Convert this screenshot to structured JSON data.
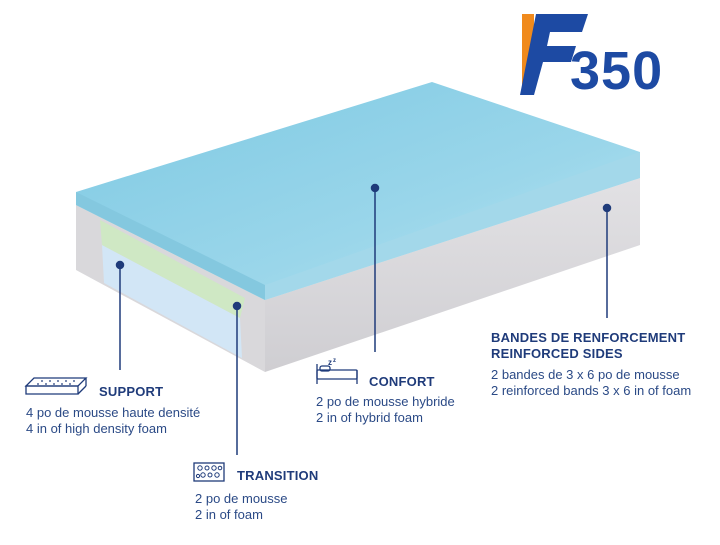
{
  "logo": {
    "number": "350"
  },
  "colors": {
    "navy": "#1f3b7a",
    "top_foam": "#8fd1e6",
    "side_gray": "#d6d5d8",
    "transition_green": "#cfe6c0",
    "support_blue": "#cfe3f4",
    "logo_blue": "#1d4aa3",
    "logo_orange": "#f08a1c"
  },
  "callouts": {
    "support": {
      "title": "SUPPORT",
      "line_fr": "4 po de mousse haute densité",
      "line_en": "4 in of high density foam",
      "icon": "foam-block-icon"
    },
    "transition": {
      "title": "TRANSITION",
      "line_fr": "2 po de mousse",
      "line_en": "2 in of foam",
      "icon": "foam-cells-icon"
    },
    "confort": {
      "title": "CONFORT",
      "line_fr": "2 po de mousse hybride",
      "line_en": "2 in of hybrid foam",
      "icon": "bed-icon"
    },
    "sides": {
      "title_fr": "BANDES DE RENFORCEMENT",
      "title_en": "REINFORCED SIDES",
      "line_fr": "2 bandes de 3 x 6 po de mousse",
      "line_en": "2 reinforced bands 3 x 6 in of foam"
    }
  }
}
